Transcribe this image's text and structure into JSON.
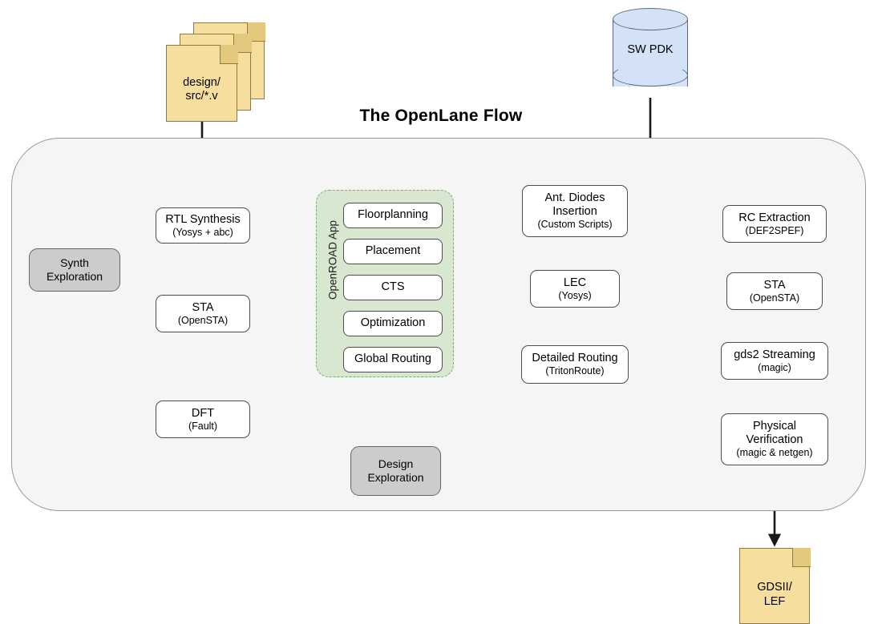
{
  "title": "The OpenLane Flow",
  "colors": {
    "container_bg": "#f5f5f5",
    "container_border": "#999999",
    "node_bg": "#ffffff",
    "node_border": "#4d4d4d",
    "gray_node_bg": "#cccccc",
    "green_group_bg": "#d8e8d0",
    "green_group_border": "#7aae72",
    "document_yellow": "#f5de9e",
    "document_border": "#8f7b41",
    "cylinder_blue": "#d3e2f7",
    "cylinder_border": "#5a6b82",
    "wire": "#1a1a1a"
  },
  "inputs": {
    "design_sources": {
      "label_line1": "design/",
      "label_line2": "src/*.v",
      "shape": "document-stack"
    },
    "pdk": {
      "label": "SW PDK",
      "shape": "cylinder"
    }
  },
  "outputs": {
    "gds": {
      "label_line1": "GDSII/",
      "label_line2": "LEF",
      "shape": "document"
    }
  },
  "columns": {
    "synthesis": {
      "exploration": {
        "line1": "Synth",
        "line2": "Exploration"
      },
      "nodes": [
        {
          "title": "RTL Synthesis",
          "sub": "(Yosys + abc)"
        },
        {
          "title": "STA",
          "sub": "(OpenSTA)"
        },
        {
          "title": "DFT",
          "sub": "(Fault)"
        }
      ]
    },
    "openroad": {
      "group_label": "OpenROAD App",
      "nodes": [
        {
          "title": "Floorplanning"
        },
        {
          "title": "Placement"
        },
        {
          "title": "CTS"
        },
        {
          "title": "Optimization"
        },
        {
          "title": "Global Routing"
        }
      ]
    },
    "routing": {
      "nodes": [
        {
          "title_line1": "Ant. Diodes",
          "title_line2": "Insertion",
          "sub": "(Custom Scripts)"
        },
        {
          "title": "LEC",
          "sub": "(Yosys)"
        },
        {
          "title": "Detailed Routing",
          "sub": "(TritonRoute)"
        }
      ]
    },
    "signoff": {
      "nodes": [
        {
          "title": "RC Extraction",
          "sub": "(DEF2SPEF)"
        },
        {
          "title": "STA",
          "sub": "(OpenSTA)"
        },
        {
          "title": "gds2 Streaming",
          "sub": "(magic)"
        },
        {
          "title_line1": "Physical",
          "title_line2": "Verification",
          "sub": "(magic & netgen)"
        }
      ]
    }
  },
  "design_exploration": {
    "line1": "Design",
    "line2": "Exploration"
  }
}
